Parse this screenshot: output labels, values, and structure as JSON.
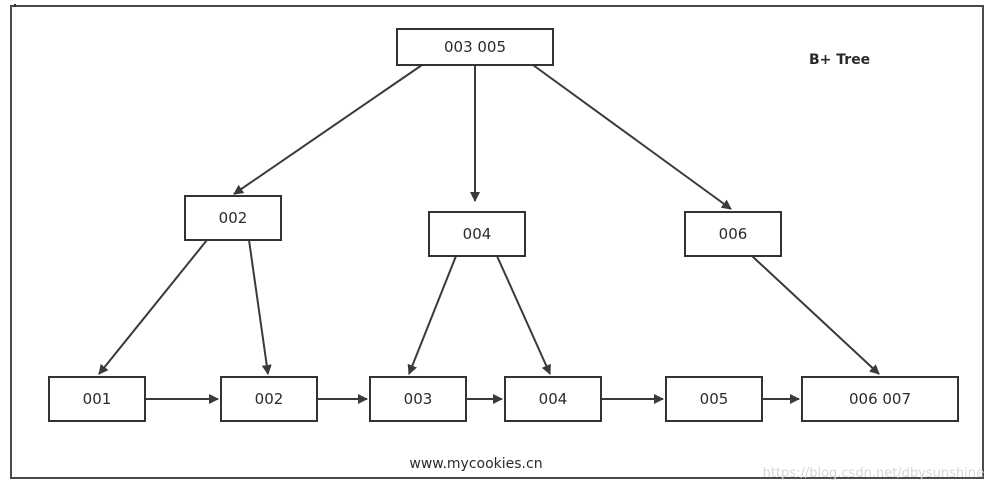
{
  "title": "B+ Tree",
  "footer": "www.mycookies.cn",
  "watermark": "https://blog.csdn.net/dbysunshine",
  "nodes": [
    {
      "id": "root",
      "label": "003  005"
    },
    {
      "id": "n002",
      "label": "002"
    },
    {
      "id": "n004",
      "label": "004"
    },
    {
      "id": "n006",
      "label": "006"
    },
    {
      "id": "leaf001",
      "label": "001"
    },
    {
      "id": "leaf002",
      "label": "002"
    },
    {
      "id": "leaf003",
      "label": "003"
    },
    {
      "id": "leaf004",
      "label": "004"
    },
    {
      "id": "leaf005",
      "label": "005"
    },
    {
      "id": "leaf006",
      "label": "006  007"
    }
  ],
  "edges": [
    {
      "from": "root",
      "to": "n002"
    },
    {
      "from": "root",
      "to": "n004"
    },
    {
      "from": "root",
      "to": "n006"
    },
    {
      "from": "n002",
      "to": "leaf001"
    },
    {
      "from": "n002",
      "to": "leaf002"
    },
    {
      "from": "n004",
      "to": "leaf003"
    },
    {
      "from": "n004",
      "to": "leaf004"
    },
    {
      "from": "n006",
      "to": "leaf006"
    },
    {
      "from": "leaf001",
      "to": "leaf002"
    },
    {
      "from": "leaf002",
      "to": "leaf003"
    },
    {
      "from": "leaf003",
      "to": "leaf004"
    },
    {
      "from": "leaf004",
      "to": "leaf005"
    },
    {
      "from": "leaf005",
      "to": "leaf006"
    }
  ]
}
